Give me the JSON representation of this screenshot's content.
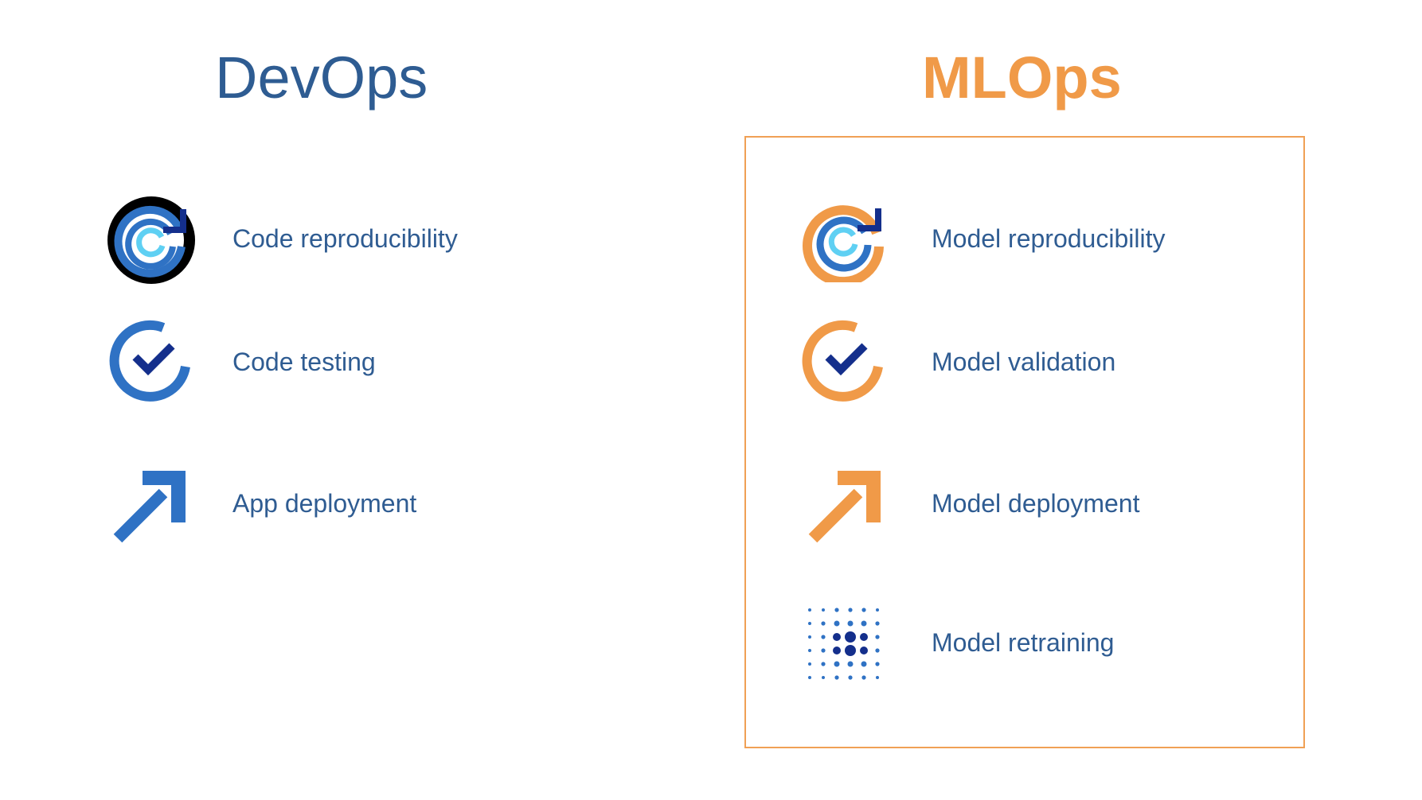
{
  "devops": {
    "title": "DevOps",
    "items": [
      {
        "label": "Code reproducibility",
        "icon": "reproducibility-cycle-icon"
      },
      {
        "label": "Code testing",
        "icon": "checkmark-circle-icon"
      },
      {
        "label": "App deployment",
        "icon": "up-right-arrow-icon"
      }
    ]
  },
  "mlops": {
    "title": "MLOps",
    "items": [
      {
        "label": "Model reproducibility",
        "icon": "reproducibility-cycle-icon"
      },
      {
        "label": "Model validation",
        "icon": "checkmark-circle-icon"
      },
      {
        "label": "Model deployment",
        "icon": "up-right-arrow-icon"
      },
      {
        "label": "Model retraining",
        "icon": "dot-grid-icon"
      }
    ]
  },
  "colors": {
    "devops_title": "#2e5c92",
    "mlops_title": "#f09a48",
    "devops_accent": "#2f72c4",
    "mlops_accent": "#f09a48",
    "dark_navy": "#142f8c",
    "light_cyan": "#5fd0f3",
    "label_text": "#2f5c92",
    "box_border": "#f0a055"
  }
}
